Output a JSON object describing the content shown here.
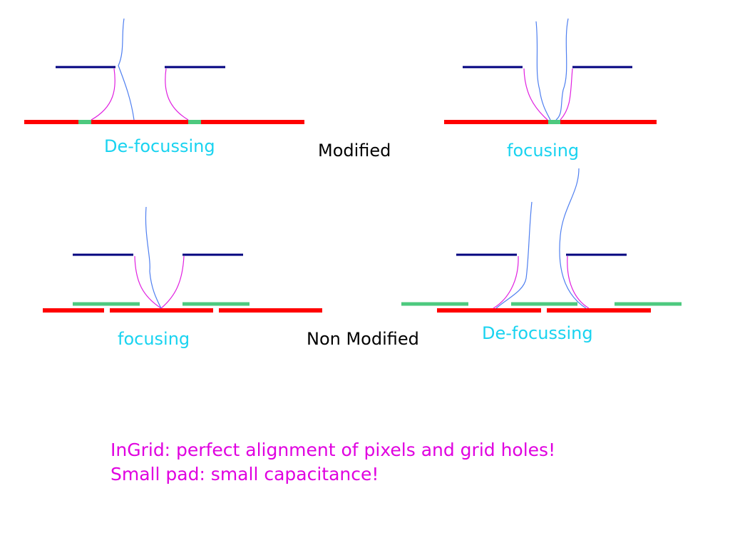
{
  "colors": {
    "anode": "#ff0000",
    "grid": "#00007f",
    "pad": "#4dc97e",
    "field_edge": "#e020e0",
    "field_center": "#4f7ff0",
    "label": "#19d3f0",
    "note": "#e000e0"
  },
  "labels": {
    "modified": "Modified",
    "non_modified": "Non Modified",
    "top_left": "De-focussing",
    "top_right": "focusing",
    "bottom_left": "focusing",
    "bottom_right": "De-focussing"
  },
  "note": {
    "line1": "InGrid: perfect alignment of pixels and grid holes!",
    "line2": "Small pad: small capacitance!"
  }
}
